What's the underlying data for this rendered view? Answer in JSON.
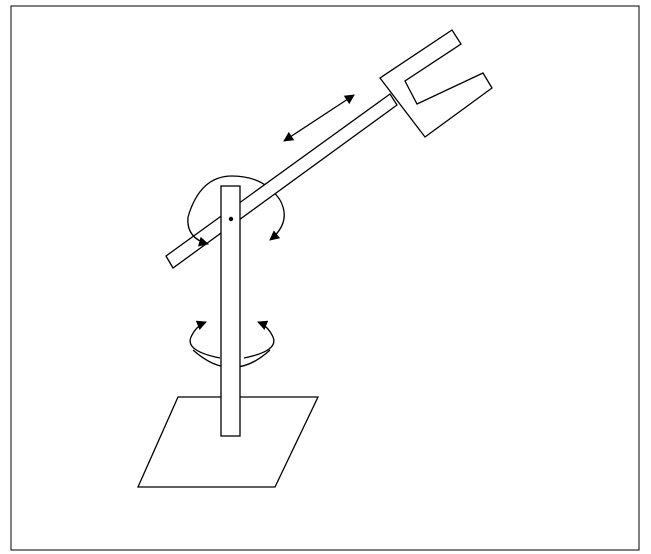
{
  "diagram": {
    "title": "",
    "labels": [],
    "colors": {
      "stroke": "#000000",
      "fill": "#ffffff",
      "background": "#ffffff"
    },
    "parts": [
      "base-plate",
      "vertical-column",
      "pivot-joint",
      "horizontal-arm",
      "gripper",
      "base-rotation-arrows",
      "shoulder-rotation-arrows",
      "arm-extension-arrow"
    ]
  }
}
